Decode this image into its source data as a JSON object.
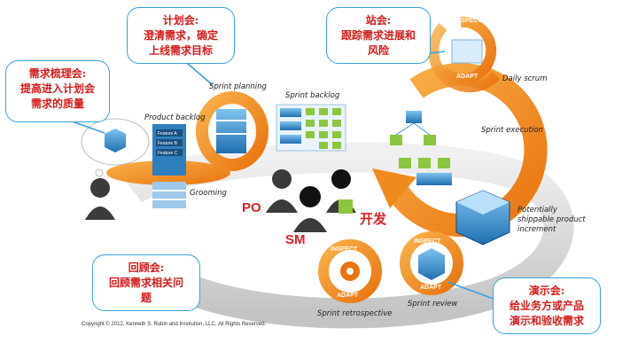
{
  "bubbles": {
    "backlog_refinement": [
      "需求梳理会:",
      "提高进入计划会",
      "需求的质量"
    ],
    "planning": [
      "计划会:",
      "澄清需求，确定",
      "上线需求目标"
    ],
    "standup": [
      "站会:",
      "跟踪需求进展和",
      "风险"
    ],
    "retrospective": [
      "回顾会:",
      "回顾需求相关问",
      "题"
    ],
    "review": [
      "演示会:",
      "给业务方或产品",
      "演示和验收需求"
    ]
  },
  "labels": {
    "sprint_planning": "Sprint planning",
    "sprint_backlog": "Sprint backlog",
    "daily_scrum": "Daily scrum",
    "product_backlog": "Product backlog",
    "sprint_execution": "Sprint execution",
    "grooming": "Grooming",
    "potentially_line1": "Potentially",
    "potentially_line2": "shippable product",
    "potentially_line3": "increment",
    "sprint_retrospective": "Sprint retrospective",
    "sprint_review": "Sprint review",
    "feature_a": "Feature A",
    "feature_b": "Feature B",
    "feature_c": "Feature C"
  },
  "cycle_words": {
    "inspect": "INSPECT",
    "adapt": "ADAPT"
  },
  "roles": {
    "po": "PO",
    "sm": "SM",
    "dev": "开发"
  },
  "copyright": "Copyright © 2012, Kenneth S. Rubin and Innolution, LLC. All Rights Reserved.",
  "colors": {
    "bubble_border": "#3aa0e0",
    "bubble_text": "#d51a1a",
    "orange": "#f08a1c",
    "cube": "#3d95d4",
    "green": "#8cc63f"
  }
}
